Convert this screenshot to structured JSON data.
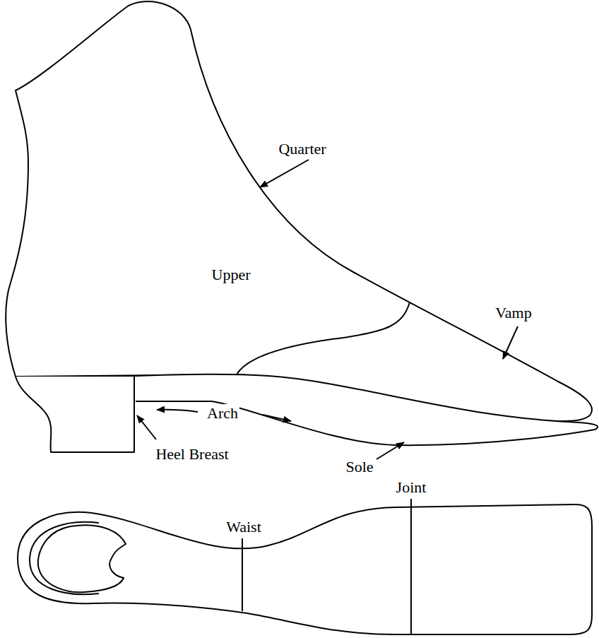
{
  "diagram": {
    "labels": [
      "Quarter",
      "Upper",
      "Vamp",
      "Arch",
      "Heel Breast",
      "Sole",
      "Joint",
      "Waist"
    ]
  }
}
